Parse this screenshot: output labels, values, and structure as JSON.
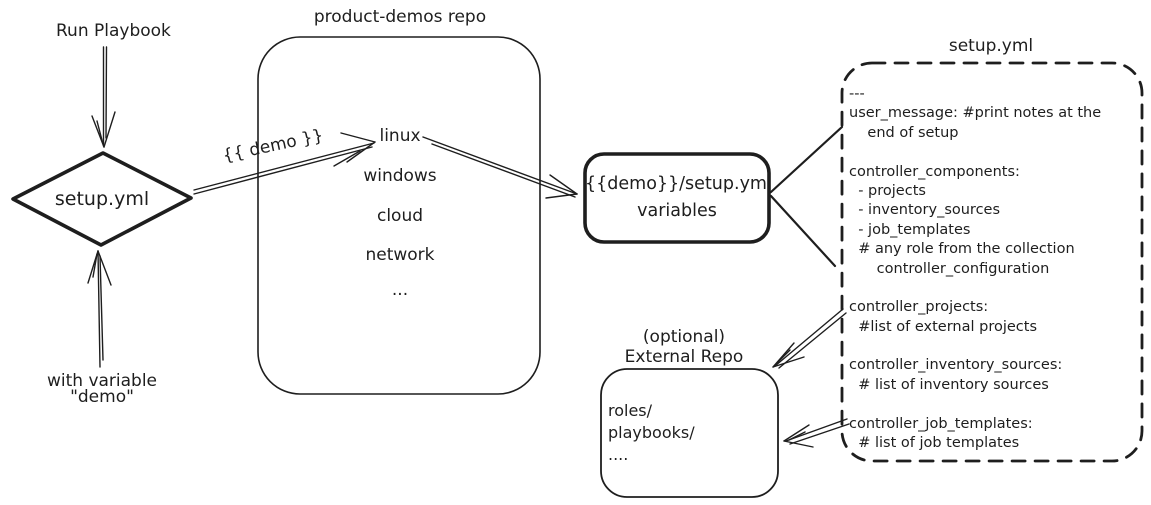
{
  "canvas": {
    "ink_color": "#1e1e1e",
    "background_color": "#ffffff"
  },
  "labels": {
    "run_playbook": "Run Playbook",
    "with_variable_line1": "with variable",
    "with_variable_line2": "\"demo\"",
    "diamond": "setup.yml",
    "demo_arrow": "{{ demo }}"
  },
  "product_demos": {
    "title": "product-demos repo",
    "items": [
      "linux",
      "windows",
      "cloud",
      "network",
      "..."
    ]
  },
  "variables_box": {
    "line1": "{{demo}}/setup.yml",
    "line2": "variables"
  },
  "setup_yml": {
    "title": "setup.yml",
    "lines": [
      "---",
      "user_message: #print notes at the",
      "    end of setup",
      "",
      "controller_components:",
      "  - projects",
      "  - inventory_sources",
      "  - job_templates",
      "  # any role from the collection",
      "      controller_configuration",
      "",
      "controller_projects:",
      "  #list of external projects",
      "",
      "controller_inventory_sources:",
      "  # list of inventory sources",
      "",
      "controller_job_templates:",
      "  # list of job templates"
    ]
  },
  "external_repo": {
    "title_line1": "(optional)",
    "title_line2": "External Repo",
    "lines": [
      "roles/",
      "playbooks/",
      "...."
    ]
  }
}
